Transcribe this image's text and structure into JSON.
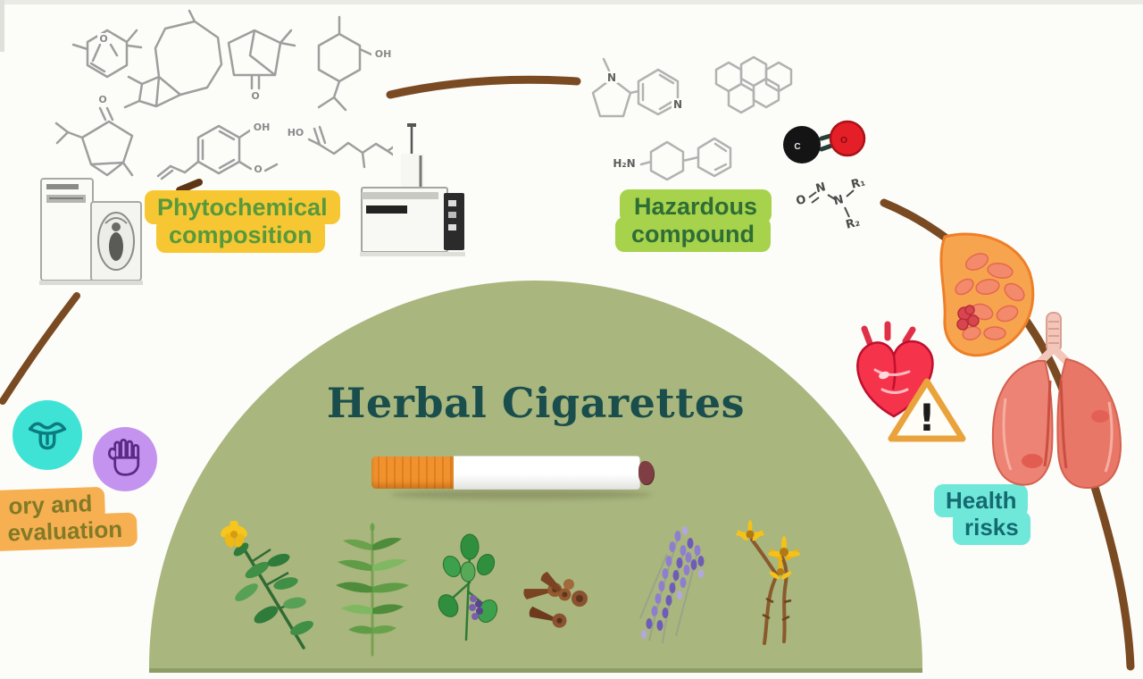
{
  "title": "Herbal Cigarettes",
  "labels": {
    "phytochemical": {
      "line1": "Phytochemical",
      "line2": "composition"
    },
    "hazardous": {
      "line1": "Hazardous",
      "line2": "compound"
    },
    "health": {
      "line1": "Health",
      "line2": "risks"
    },
    "sensory": {
      "line1": "ory and",
      "line2": "evaluation"
    }
  },
  "warning_mark": "!",
  "chem_text": {
    "eucalyptol_o": "O",
    "camphor_o": "O",
    "thujone_o": "O",
    "menthol_oh": "OH",
    "eugenol_oh": "OH",
    "eugenol_o": "O",
    "linalool_ho": "HO",
    "nicotine_n_ring": "N",
    "nicotine_n_pyridine": "N",
    "aminobiphenyl_h2n": "H₂N",
    "nitrosamine_o": "O",
    "nitrosamine_n1": "N",
    "nitrosamine_n2": "N",
    "nitrosamine_r1": "R₁",
    "nitrosamine_r2": "R₂",
    "co_c": "C",
    "co_o": "O"
  },
  "colors": {
    "dome": "#a9b67e",
    "title_text": "#1a4e4c",
    "arrow": "#7a4a22",
    "phyto_label_bg": "#f7c733",
    "phyto_label_text": "#58993c",
    "hazard_label_bg": "#a7d24b",
    "hazard_label_text": "#2e6d36",
    "health_label_bg": "#6fe8da",
    "health_label_text": "#156a70",
    "sensory_label_bg": "#f6b052",
    "sensory_label_text": "#827a26",
    "cigarette_filter": "#f0922e",
    "co_carbon": "#141414",
    "co_oxygen": "#e51f27",
    "heart": "#f5334a",
    "lungs": "#ec8374",
    "breast_tissue": "#f7a44e",
    "warning_border": "#eaa23c",
    "tongue_bg": "#3fe3d6",
    "hand_bg": "#c493ef"
  },
  "icons": {
    "tongue-icon": "mouth with tongue glyph in teal circle",
    "hand-icon": "raised palm glyph in purple circle",
    "warning-icon": "orange triangle with exclamation mark",
    "heart-icon": "red human heart",
    "lungs-icon": "pink human lungs",
    "breast-tissue-icon": "orange mammary tissue with cells",
    "cigarette-icon": "cigarette with orange filter",
    "gcms-instrument-icon": "gas chromatograph instrument",
    "analyzer-instrument-icon": "benchtop analyzer instrument",
    "arrow-arc": "brown curved flow stroke"
  },
  "plants": [
    "damiana-flower",
    "mugwort-leaves",
    "mint-sprig",
    "clove-buds",
    "lavender-sprig",
    "coltsfoot-flowers"
  ],
  "hazard_structures": [
    "nicotine",
    "polycyclic-aromatic-hydrocarbon",
    "aromatic-amine",
    "carbon-monoxide",
    "nitrosamine"
  ],
  "phyto_structures": [
    "terpenoid-1",
    "terpenoid-2",
    "terpenoid-3",
    "menthol",
    "terpenoid-5",
    "eugenol",
    "linalool"
  ]
}
